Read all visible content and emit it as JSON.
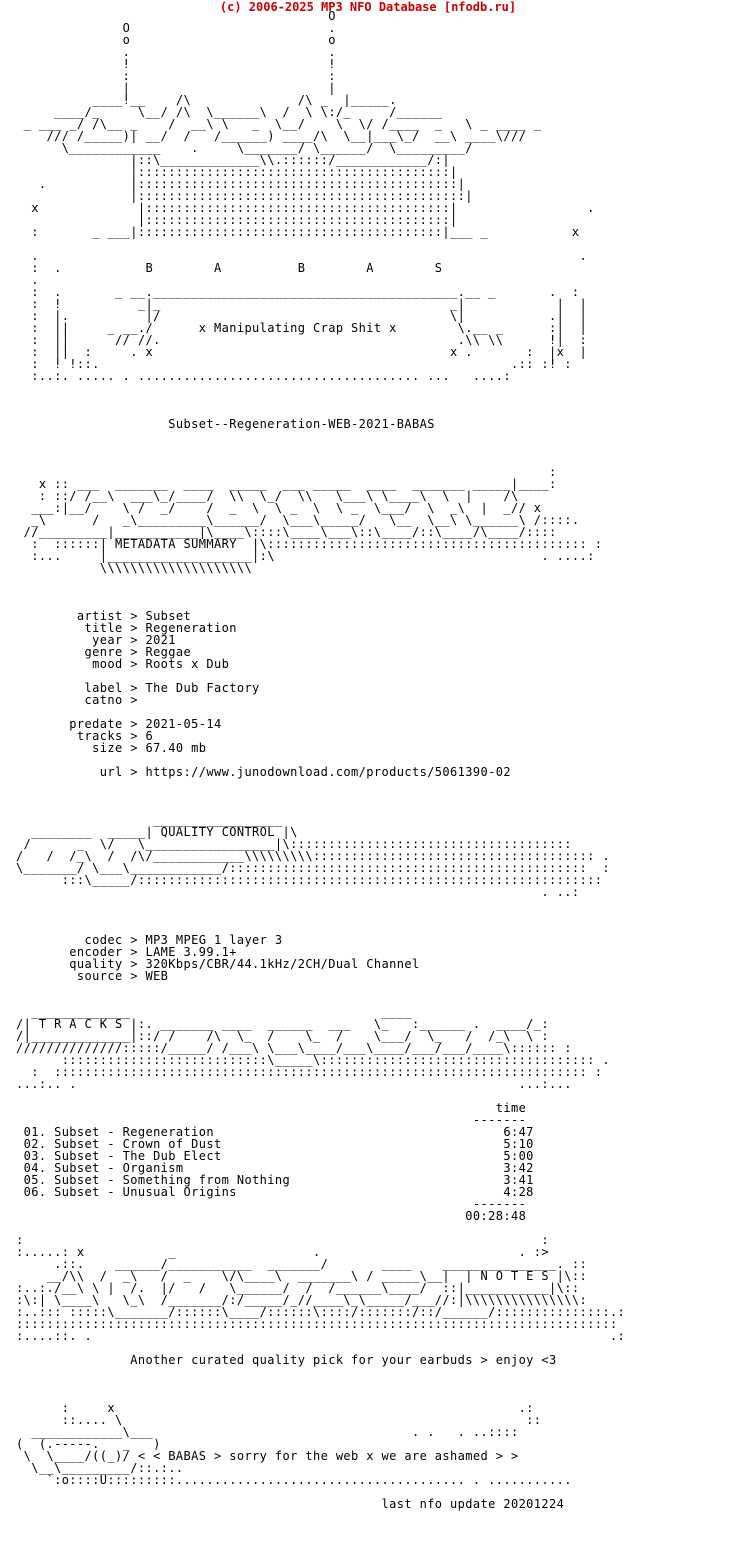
{
  "header": {
    "copyright": "(c) 2006-2025 MP3 NFO Database [nfodb.ru]"
  },
  "nfo": {
    "lines": [
      "                                         O",
      "              O                          .",
      "              o                          o",
      "              .                          .",
      "              !                          !",
      "              :                          :",
      "              |                          |",
      "          ____!__    /\\              /\\ _  |_____.",
      "     ____/_     \\__/ /\\  \\______\\  /  \\ \\:/_     /______",
      " _ ___ _/ /\\__ _    /  __\\ \\   _  \\__/    \\  \\/ /____  _   \\ _ ____ _",
      "    /// /_____)| __/  /   /______) ____/\\  \\__|___\\_/  __\\ ____\\///",
      "      \\____________    .     \\_______/ \\______/  \\_________/",
      "               |::\\_____________\\\\.::::::/____________/:|",
      "               |:::::::::::::::::::::::::::::::::::::::::|",
      "   .           |::::::::::::::::::::::::::::::::::::::::::|",
      "               |:::::::::::::::::::::::::::::::::::::::::::|",
      "  x             |::::::::::::::::::::::::::::::::::::::::|                 .",
      "                |::::::::::::::::::::::::::::::::::::::::|",
      "  :       _ ___|::::::::::::::::::::::::::::::::::::::::|___ _           x",
      "",
      "  .                                                                       .",
      "  :  .           B        A          B        A        S",
      "  .",
      "  :  .       _ __.________________________________________.__ _       .  :",
      "  :  !          _|_                                      _|            |  |",
      "  :  |.          |/                                      \\|           .|  |",
      "  :  ||     _ __./      x Manipulating Crap Shit x        \\.__ _      :|  |",
      "  :  ||      // //.                                       .\\\\ \\\\      !|  :",
      "  :  ||  :     . x                                       x .       :  |x  |",
      "  :  ! !::.                                                      .:: :! :",
      "  :..:. ..... . ..................................... ...   ....:",
      "",
      "",
      "",
      "                    Subset--Regeneration-WEB-2021-BABAS",
      "",
      "",
      "",
      "                                                                      :",
      "   x :: ___  _______  ____  _____  ___ _____  ____  _______ _____|____:",
      "   : ::/ /__\\  ___\\_/____/  \\\\  \\_/  \\\\   \\___\\ \\____\\  \\  |    /\\",
      "  ___:|__/    \\ /  _/    /  _  \\  \\ _  \\  \\ _  \\___/  \\  _\\  |  _// x",
      "  _\\      /   _\\_________\\______/  \\___\\_____/   \\__  \\__\\ \\______\\ /::::.",
      " //_________|___________|\\____\\::::\\____\\___\\::\\____/::\\____/\\____/::::",
      "  :  ::::::| METADATA SUMMARY  |\\:::::::::::::::::::::::::::::::::::::::::: :",
      "  :...     |___________________|:\\                                   . ....:",
      "           \\\\\\\\\\\\\\\\\\\\\\\\\\\\\\\\\\\\\\\\",
      "",
      "",
      "",
      "        artist > Subset",
      "         title > Regeneration",
      "          year > 2021",
      "         genre > Reggae",
      "          mood > Roots x Dub",
      "",
      "         label > The Dub Factory",
      "         catno >",
      "",
      "       predate > 2021-05-14",
      "        tracks > 6",
      "          size > 67.40 mb",
      "",
      "           url > https://www.junodownload.com/products/5061390-02",
      "",
      "",
      "",
      "                  _________________",
      "  ________  _____| QUALITY CONTROL |\\",
      " /      _  \\/   \\_________________|\\:::::::::::::::::::::::::::::::::::::",
      "/   /  /_\\  /  /\\/____________\\\\\\\\\\\\\\\\\\::::::::::::::::::::::::::::::::::::: .",
      "\\_______/ \\___\\____________/:::::::::::::::::::::::::::::::::::::::::::::::  :",
      "      :::\\_____/:::::::::::::::::::::::::::::::::::::::::::::::::::::::::::::",
      "                                                                     . ..:",
      "",
      "",
      "",
      "         codec > MP3 MPEG 1 layer 3",
      "       encoder > LAME 3.99.1+",
      "       quality > 320Kbps/CBR/44.1kHz/2CH/Dual Channel",
      "        source > WEB",
      "",
      "",
      "  _____________                                 ____  ",
      "/| T R A C K S |:. _______ ____  ______  ___   \\_   :______ .  ____/_:",
      "/|_____________|::/ /    /\\  \\_  /    \\_  /    \\___/  \\_   /  /_\\  \\ :",
      "//////////////:::::/_____/ /___\\ \\___\\____/___\\____/___/___/____\\:::::: :",
      "      :::::::::::::::::::::::::::\\_____\\:::::::::::::::::::::::::::::::::::: .",
      "  :  :::::::::::::::::::::::::::::::::::::::::::::::::::::::::::::::::::::: :",
      "...:.. .                                                          ...:...",
      "",
      "                                                               time",
      "                                                            -------",
      " 01. Subset - Regeneration                                      6:47",
      " 02. Subset - Crown of Dust                                     5:10",
      " 03. Subset - The Dub Elect                                     5:00",
      " 04. Subset - Organism                                          3:42",
      " 05. Subset - Something from Nothing                            3:41",
      " 06. Subset - Unusual Origins                                   4:28",
      "                                                            -------",
      "                                                           00:28:48",
      "",
      ":                                                                    :",
      ":.....: x           _                  .                          . :>",
      "     .::.    ______/___________  _______/       ____    _______________. ::",
      "    __/\\\\  /  _\\   /  _    \\/\\____\\  _______\\ / _____\\__|  | N O T E S |\\::",
      ":..:./__\\ \\ |  /.  |/   /   \\______/  /  /______\\____/  ::|___________|\\::",
      ":\\:| \\____\\   \\_\\  /_______/:/_____/_//____\\_\\_____/___//:|\\\\\\\\\\\\\\\\\\\\\\\\\\\\\\:",
      ":..::: :::::\\_______/::::::\\____/::::::\\::::/:::::::/::/______/:::::::::::::::.:",
      ":::::::::::::::::::::::::::::::::::::::::::::::::::::::::::::::::::::::::::::::",
      ":....::. .                                                                    .:",
      "",
      "               Another curated quality pick for your earbuds > enjoy <3",
      "",
      "",
      "",
      "      :     x                                                     .:",
      "      ::.... \\                                                     ::",
      "  ____________\\___                                  . .   . ..::::",
      "(  (.-----.   _   )",
      " \\  \\____/((_)/ < < BABAS > sorry for the web x we are ashamed > >",
      "  \\__\\_________/::.:..",
      "    `:o::::U:::::::::...................................... . ...........",
      "",
      "                                                last nfo update 20201224"
    ]
  }
}
